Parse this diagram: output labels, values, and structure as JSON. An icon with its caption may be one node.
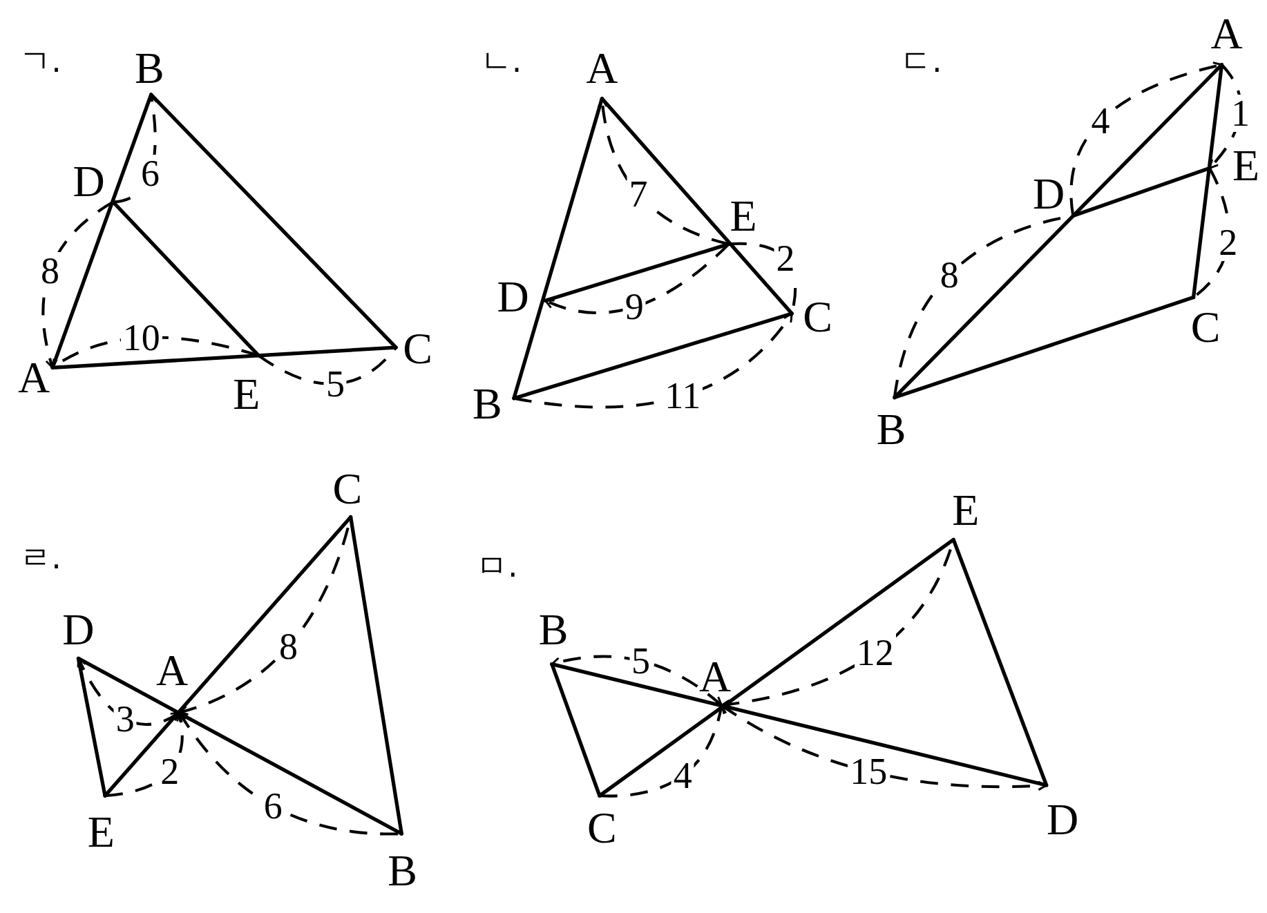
{
  "diagram": {
    "labels": [
      "ㄱ.",
      "B",
      "D",
      "6",
      "8",
      "10",
      "A",
      "E",
      "5",
      "C",
      "ㄴ.",
      "A",
      "7",
      "E",
      "2",
      "D",
      "9",
      "C",
      "B",
      "11",
      "ㄷ.",
      "A",
      "4",
      "1",
      "D",
      "E",
      "8",
      "2",
      "C",
      "B",
      "ㄹ.",
      "C",
      "D",
      "A",
      "8",
      "3",
      "2",
      "E",
      "6",
      "B",
      "ㅁ.",
      "E",
      "B",
      "5",
      "A",
      "12",
      "4",
      "15",
      "C",
      "D"
    ]
  }
}
